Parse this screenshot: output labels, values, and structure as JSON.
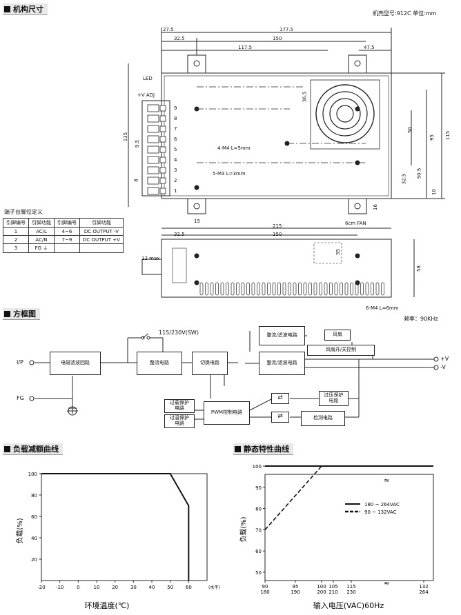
{
  "sections": {
    "mech_title": "机构尺寸",
    "block_title": "方框图",
    "derating_title": "负载减额曲线",
    "static_title": "静态特性曲线"
  },
  "mech": {
    "case_info": "机壳型号:912C   单位:mm",
    "dims": {
      "d1": "27.5",
      "d2": "177.5",
      "d3": "32.5",
      "d4": "150",
      "d5": "117.5",
      "d6": "47.5",
      "d7": "36.5",
      "d8": "135",
      "d9": "9.5",
      "d10": "8",
      "d11": "50",
      "d12": "95",
      "d13": "115",
      "d14": "32.5",
      "d15": "50.5",
      "d16": "10",
      "d17": "15",
      "d18": "16",
      "d19": "215",
      "d20": "32.5",
      "d21": "150",
      "d22": "12 max",
      "d23": "35",
      "d24": "58"
    },
    "labels": {
      "led": "LED",
      "vadj": "+V ADJ",
      "m4": "4-M4 L=5mm",
      "m3": "5-M3 L=3mm",
      "fan": "6cm FAN",
      "m4b": "6-M4 L=6mm"
    },
    "pins": [
      "9",
      "8",
      "7",
      "6",
      "5",
      "4",
      "3",
      "2",
      "1"
    ]
  },
  "pin_table": {
    "title": "端子台脚位定义",
    "headers": [
      "引脚编号",
      "引脚功能",
      "引脚编号",
      "引脚功能"
    ],
    "rows": [
      [
        "1",
        "AC/L",
        "4~6",
        "DC OUTPUT -V"
      ],
      [
        "2",
        "AC/N",
        "7~9",
        "DC OUTPUT +V"
      ],
      [
        "3",
        "FG ⏚",
        "",
        ""
      ]
    ]
  },
  "block": {
    "freq": "频率：90KHz",
    "ip": "I/P",
    "fg": "FG",
    "switch": "115/230V(SW)",
    "emi": "电磁滤波回路",
    "rect1": "整流电路",
    "switching": "切换电路",
    "rect2": "整流/滤波电路",
    "rect3": "整流/滤波电路",
    "fan": "风扇",
    "fan_ctrl": "风扇开/关控制",
    "pwm": "PWM控制电路",
    "olp": "过载保护\n电路",
    "otp": "过温保护\n电路",
    "ovp": "过压保护\n电路",
    "detect": "检测电路",
    "vplus": "+V",
    "vminus": "-V"
  },
  "chart_data": [
    {
      "type": "line",
      "title": "",
      "xlabel": "环境温度(℃)",
      "ylabel": "负载(%)",
      "x_unit": "(水平)",
      "x_ticks": [
        "-20",
        "-10",
        "0",
        "10",
        "20",
        "30",
        "40",
        "50",
        "60"
      ],
      "y_ticks": [
        "100",
        "80",
        "60",
        "40",
        "20"
      ],
      "xlim": [
        -20,
        70
      ],
      "ylim": [
        0,
        100
      ],
      "series": [
        {
          "x": [
            -20,
            50,
            60,
            60
          ],
          "y": [
            100,
            100,
            70,
            0
          ]
        }
      ]
    },
    {
      "type": "line",
      "title": "",
      "xlabel": "输入电压(VAC)60Hz",
      "ylabel": "负载(%)",
      "x_ticks_top": [
        "90",
        "95",
        "100",
        "105",
        "115",
        "",
        "132"
      ],
      "x_ticks_bottom": [
        "180",
        "190",
        "200",
        "210",
        "230",
        "",
        "264"
      ],
      "y_ticks": [
        "100",
        "90",
        "80",
        "70",
        "60",
        "50"
      ],
      "ylim": [
        50,
        100
      ],
      "series": [
        {
          "name": "180 ~ 264VAC",
          "x": [
            180,
            264
          ],
          "y": [
            100,
            100
          ]
        },
        {
          "name": "90 ~ 132VAC",
          "x": [
            90,
            100,
            132
          ],
          "y": [
            70,
            100,
            100
          ]
        }
      ]
    }
  ]
}
